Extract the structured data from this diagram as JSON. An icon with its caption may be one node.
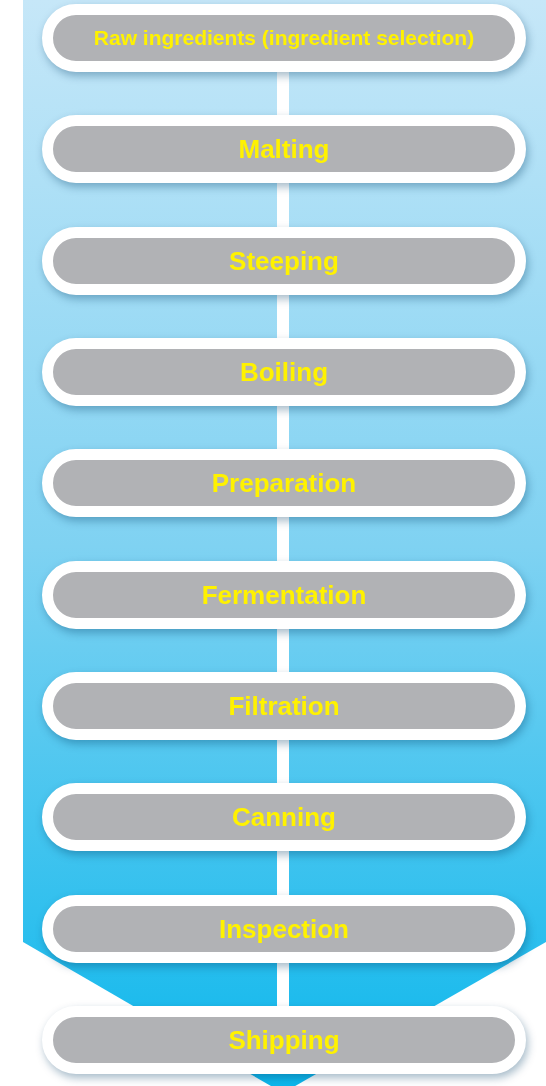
{
  "diagram": {
    "nodes": [
      {
        "text": [
          "Raw ingredients (ingredient selection)"
        ]
      },
      {
        "text": [
          "Malting"
        ]
      },
      {
        "text": [
          "Steeping"
        ]
      },
      {
        "text": [
          "Boiling"
        ]
      },
      {
        "text": [
          "Preparation"
        ]
      },
      {
        "text": [
          "Fermentation"
        ]
      },
      {
        "text": [
          "Filtration"
        ]
      },
      {
        "text": [
          "Canning"
        ]
      },
      {
        "text": [
          "Inspection"
        ]
      },
      {
        "text": [
          "Shipping"
        ]
      }
    ],
    "edges": [
      {
        "from": 0,
        "to": 1,
        "arrow": "none"
      },
      {
        "from": 1,
        "to": 2,
        "arrow": "none"
      },
      {
        "from": 2,
        "to": 3,
        "arrow": "none"
      },
      {
        "from": 3,
        "to": 4,
        "arrow": "none"
      },
      {
        "from": 4,
        "to": 5,
        "arrow": "none"
      },
      {
        "from": 5,
        "to": 6,
        "arrow": "none"
      },
      {
        "from": 6,
        "to": 7,
        "arrow": "none"
      },
      {
        "from": 7,
        "to": 8,
        "arrow": "none"
      },
      {
        "from": 8,
        "to": 9,
        "arrow": "none"
      }
    ]
  }
}
